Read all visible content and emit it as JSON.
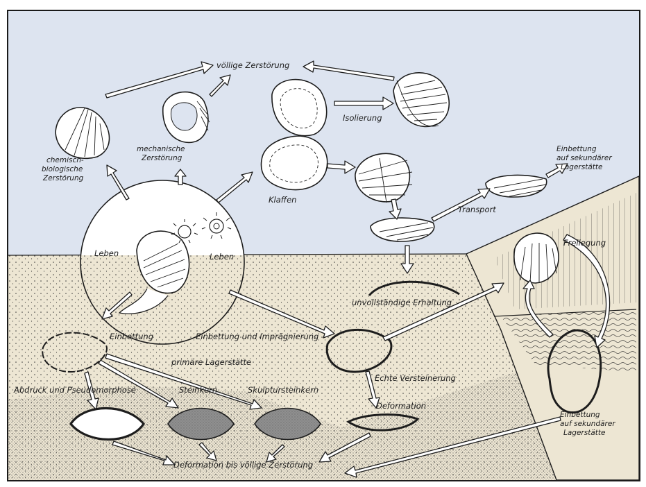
{
  "colors": {
    "water": "#dde4f0",
    "sediment": "#ede6d3",
    "ink": "#1d1d1d",
    "cast": "#8f8f8f"
  },
  "labels": {
    "total_destruction": "völlige Zerstörung",
    "chem_bio_1": "chemisch-",
    "chem_bio_2": "biologische",
    "chem_bio_3": "Zerstörung",
    "mech_1": "mechanische",
    "mech_2": "Zerstörung",
    "isolation": "Isolierung",
    "gaping": "Klaffen",
    "secondary_top_1": "Einbettung",
    "secondary_top_2": "auf sekundärer",
    "secondary_top_3": "Lagerstätte",
    "transport": "Transport",
    "life_left": "Leben",
    "life_right": "Leben",
    "exposure": "Freilegung",
    "incomplete_preservation": "unvollständige Erhaltung",
    "embedding": "Einbettung",
    "embedding_impregnation": "Einbettung und Imprägnierung",
    "primary_deposit": "primäre Lagerstätte",
    "true_petrification": "Echte Versteinerung",
    "imprint_pseudomorph": "Abdruck und Pseudomorphose",
    "internal_mould": "Steinkern",
    "sculpture_mould": "Skulptursteinkern",
    "deformation": "Deformation",
    "secondary_bottom_1": "Einbettung",
    "secondary_bottom_2": "auf sekundärer",
    "secondary_bottom_3": "Lagerstätte",
    "deformation_to_destruction": "Deformation bis völlige Zerstörung"
  }
}
